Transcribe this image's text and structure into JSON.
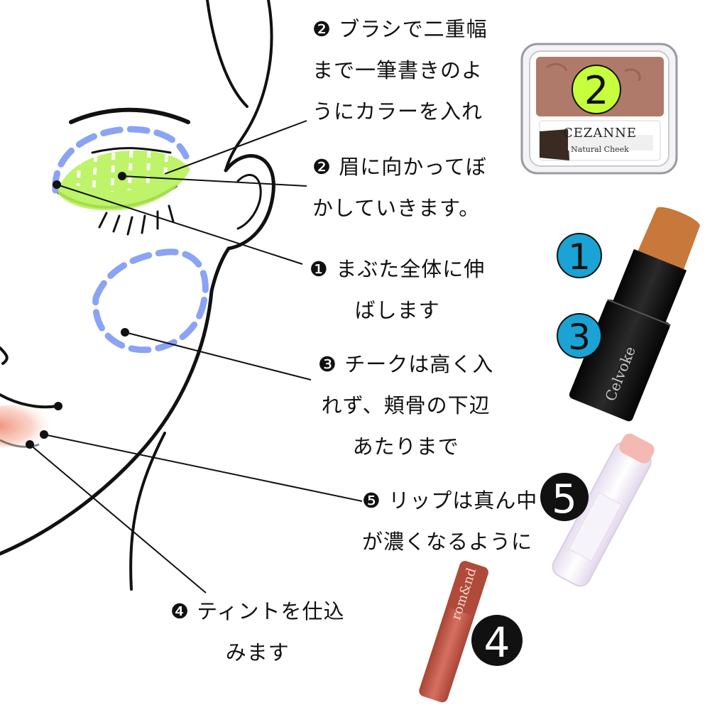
{
  "notes": [
    {
      "id": "step2-brush",
      "lines": [
        "❷ ブラシで二重幅",
        "まで一筆書きのよ",
        "うにカラーを入れ"
      ]
    },
    {
      "id": "step2-blend",
      "lines": [
        "❷ 眉に向かってぼ",
        "かしていきます。"
      ]
    },
    {
      "id": "step1-eyelid",
      "lines": [
        "❶ まぶた全体に伸",
        "ばします"
      ]
    },
    {
      "id": "step3-cheek",
      "lines": [
        "❸ チークは高く入",
        "れず、頬骨の下辺",
        "あたりまで"
      ]
    },
    {
      "id": "step5-lip",
      "lines": [
        "❺ リップは真ん中",
        "が濃くなるように"
      ]
    },
    {
      "id": "step4-tint",
      "lines": [
        "❹ ティントを仕込",
        "みます"
      ]
    }
  ],
  "products": {
    "blush": {
      "badge": "2",
      "brand": "CEZANNE",
      "name": "Natural Cheek"
    },
    "stick": {
      "badges": [
        "1",
        "3"
      ],
      "brand": "Celvoke"
    },
    "lip_balm": {
      "badge": "5"
    },
    "tint": {
      "badge": "4",
      "label": "rom&nd"
    }
  },
  "colors": {
    "guide_blue": "#8aa3f5",
    "eyeshadow_green": "#b7f25a",
    "badge_blue": "#1aa3d4",
    "badge_lime": "#c6ff3c",
    "blush_pan": "#b07a6a",
    "stick_tip": "#c8783a",
    "tint_body": "#c45a48"
  }
}
